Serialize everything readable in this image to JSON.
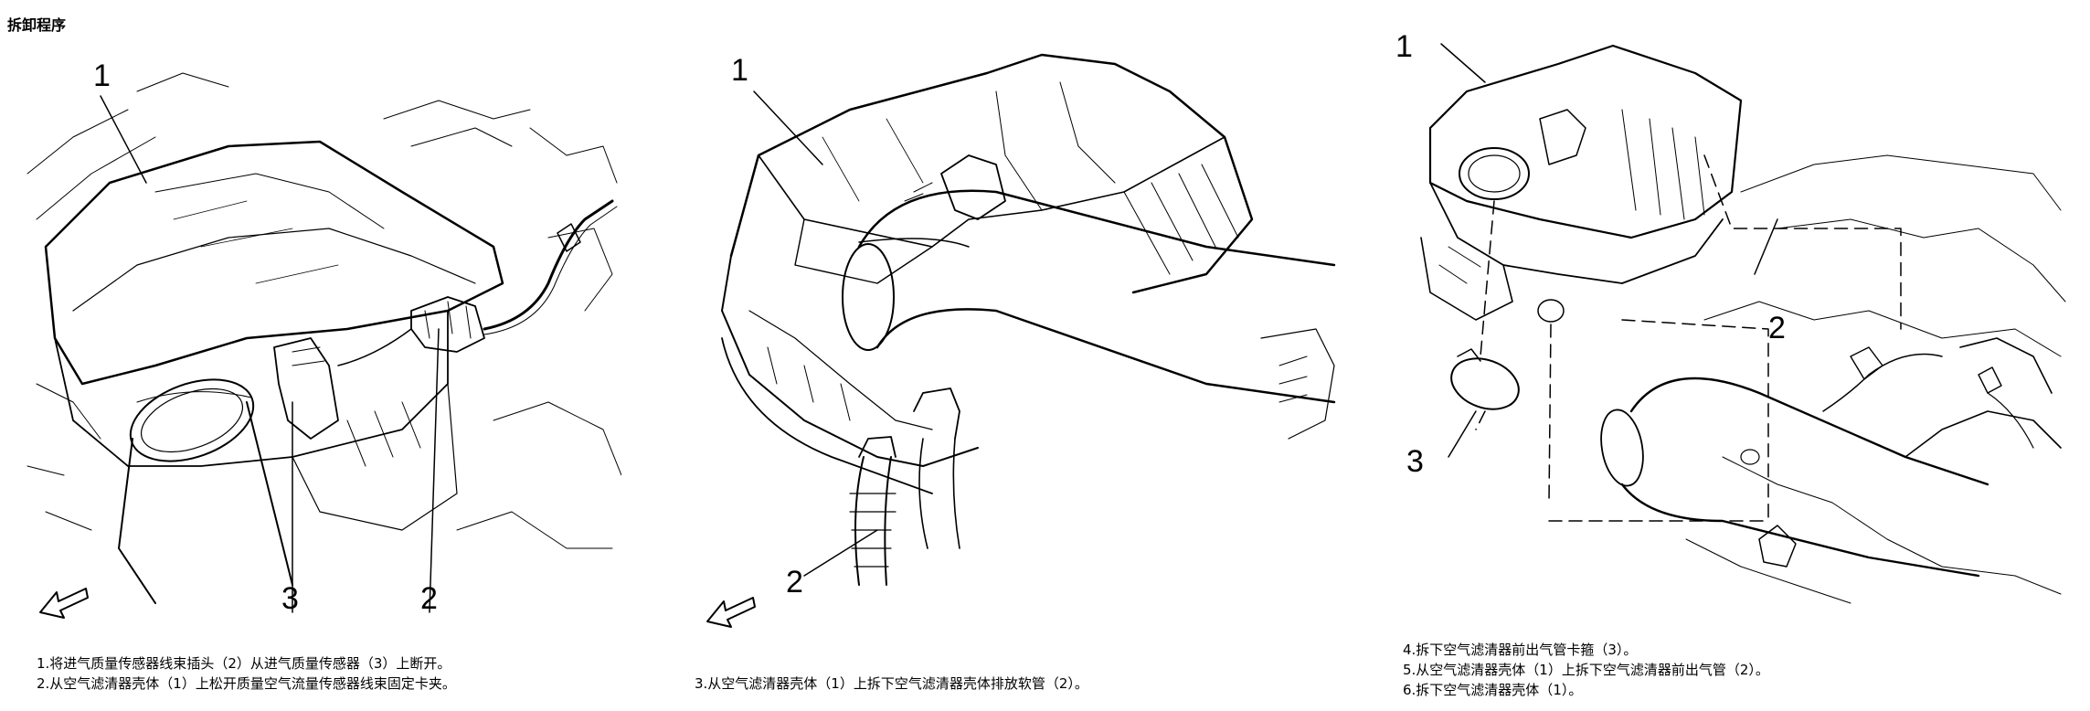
{
  "page": {
    "title": "拆卸程序"
  },
  "panels": [
    {
      "callouts": [
        "1",
        "3",
        "2"
      ],
      "arrow_icon": "front-direction-arrow-icon",
      "steps": [
        "1.将进气质量传感器线束插头（2）从进气质量传感器（3）上断开。",
        "2.从空气滤清器壳体（1）上松开质量空气流量传感器线束固定卡夹。"
      ]
    },
    {
      "callouts": [
        "1",
        "2"
      ],
      "arrow_icon": "front-direction-arrow-icon",
      "steps": [
        "3.从空气滤清器壳体（1）上拆下空气滤清器壳体排放软管（2）。"
      ]
    },
    {
      "callouts": [
        "1",
        "2",
        "3"
      ],
      "steps": [
        "4.拆下空气滤清器前出气管卡箍（3）。",
        "5.从空气滤清器壳体（1）上拆下空气滤清器前出气管（2）。",
        "6.拆下空气滤清器壳体（1）。"
      ]
    }
  ],
  "colors": {
    "ink": "#000000",
    "background": "#ffffff"
  }
}
